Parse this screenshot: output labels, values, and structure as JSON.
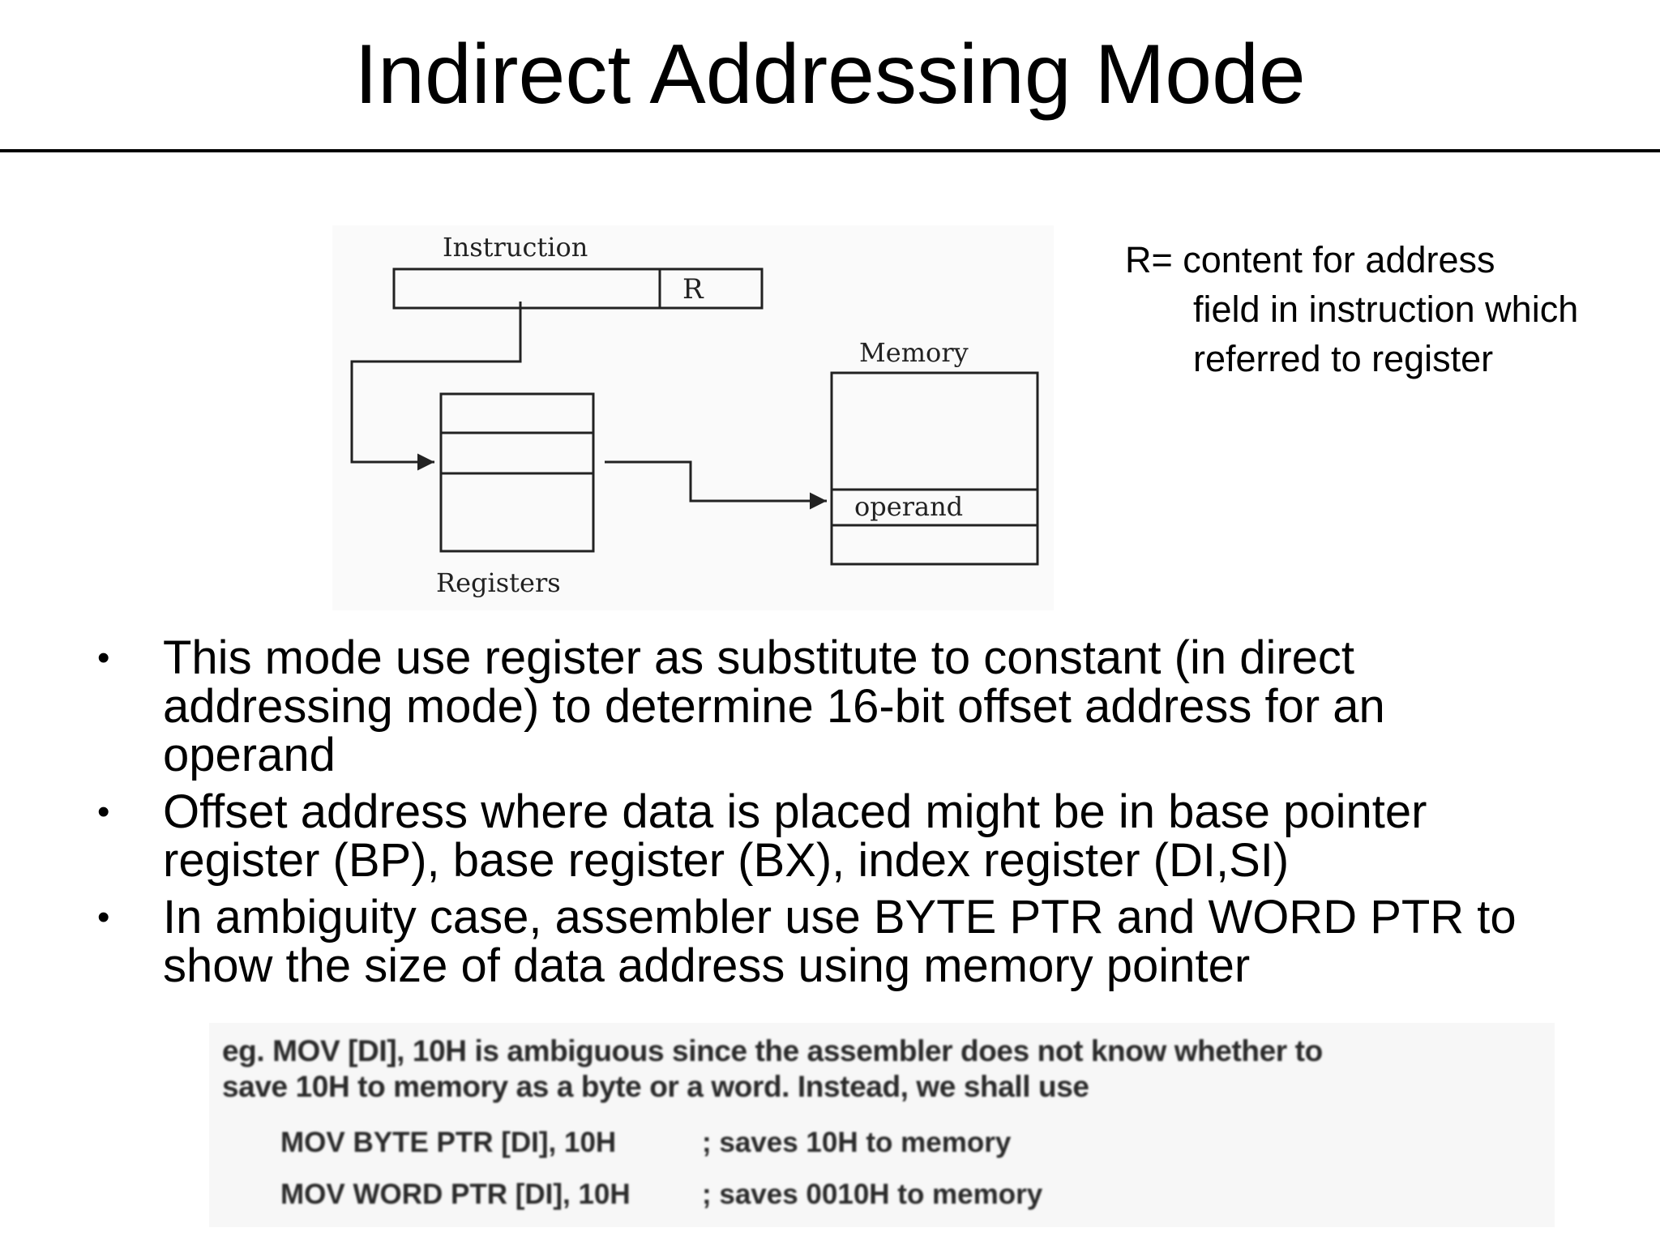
{
  "slide": {
    "title": "Indirect Addressing Mode"
  },
  "diagram": {
    "instruction_label": "Instruction",
    "r_field": "R",
    "memory_label": "Memory",
    "operand_label": "operand",
    "registers_label": "Registers"
  },
  "note": {
    "first_line": "R= content for address",
    "rest": "field in instruction which referred to register"
  },
  "bullets": [
    "This mode use register as substitute to constant (in direct addressing mode) to determine 16-bit offset address for an operand",
    "Offset address where data is placed might be in base pointer register (BP), base register (BX), index register (DI,SI)",
    "In ambiguity case, assembler use BYTE PTR and WORD PTR to show the size of data address using memory pointer"
  ],
  "example": {
    "line1": "eg. MOV [DI], 10H is ambiguous since the assembler does not know whether to",
    "line2": "save 10H to memory as a byte or a word. Instead, we shall use",
    "code": [
      {
        "instr": "MOV BYTE PTR [DI], 10H",
        "comment": "; saves 10H to memory"
      },
      {
        "instr": "MOV WORD PTR [DI], 10H",
        "comment": "; saves 0010H to memory"
      }
    ]
  }
}
